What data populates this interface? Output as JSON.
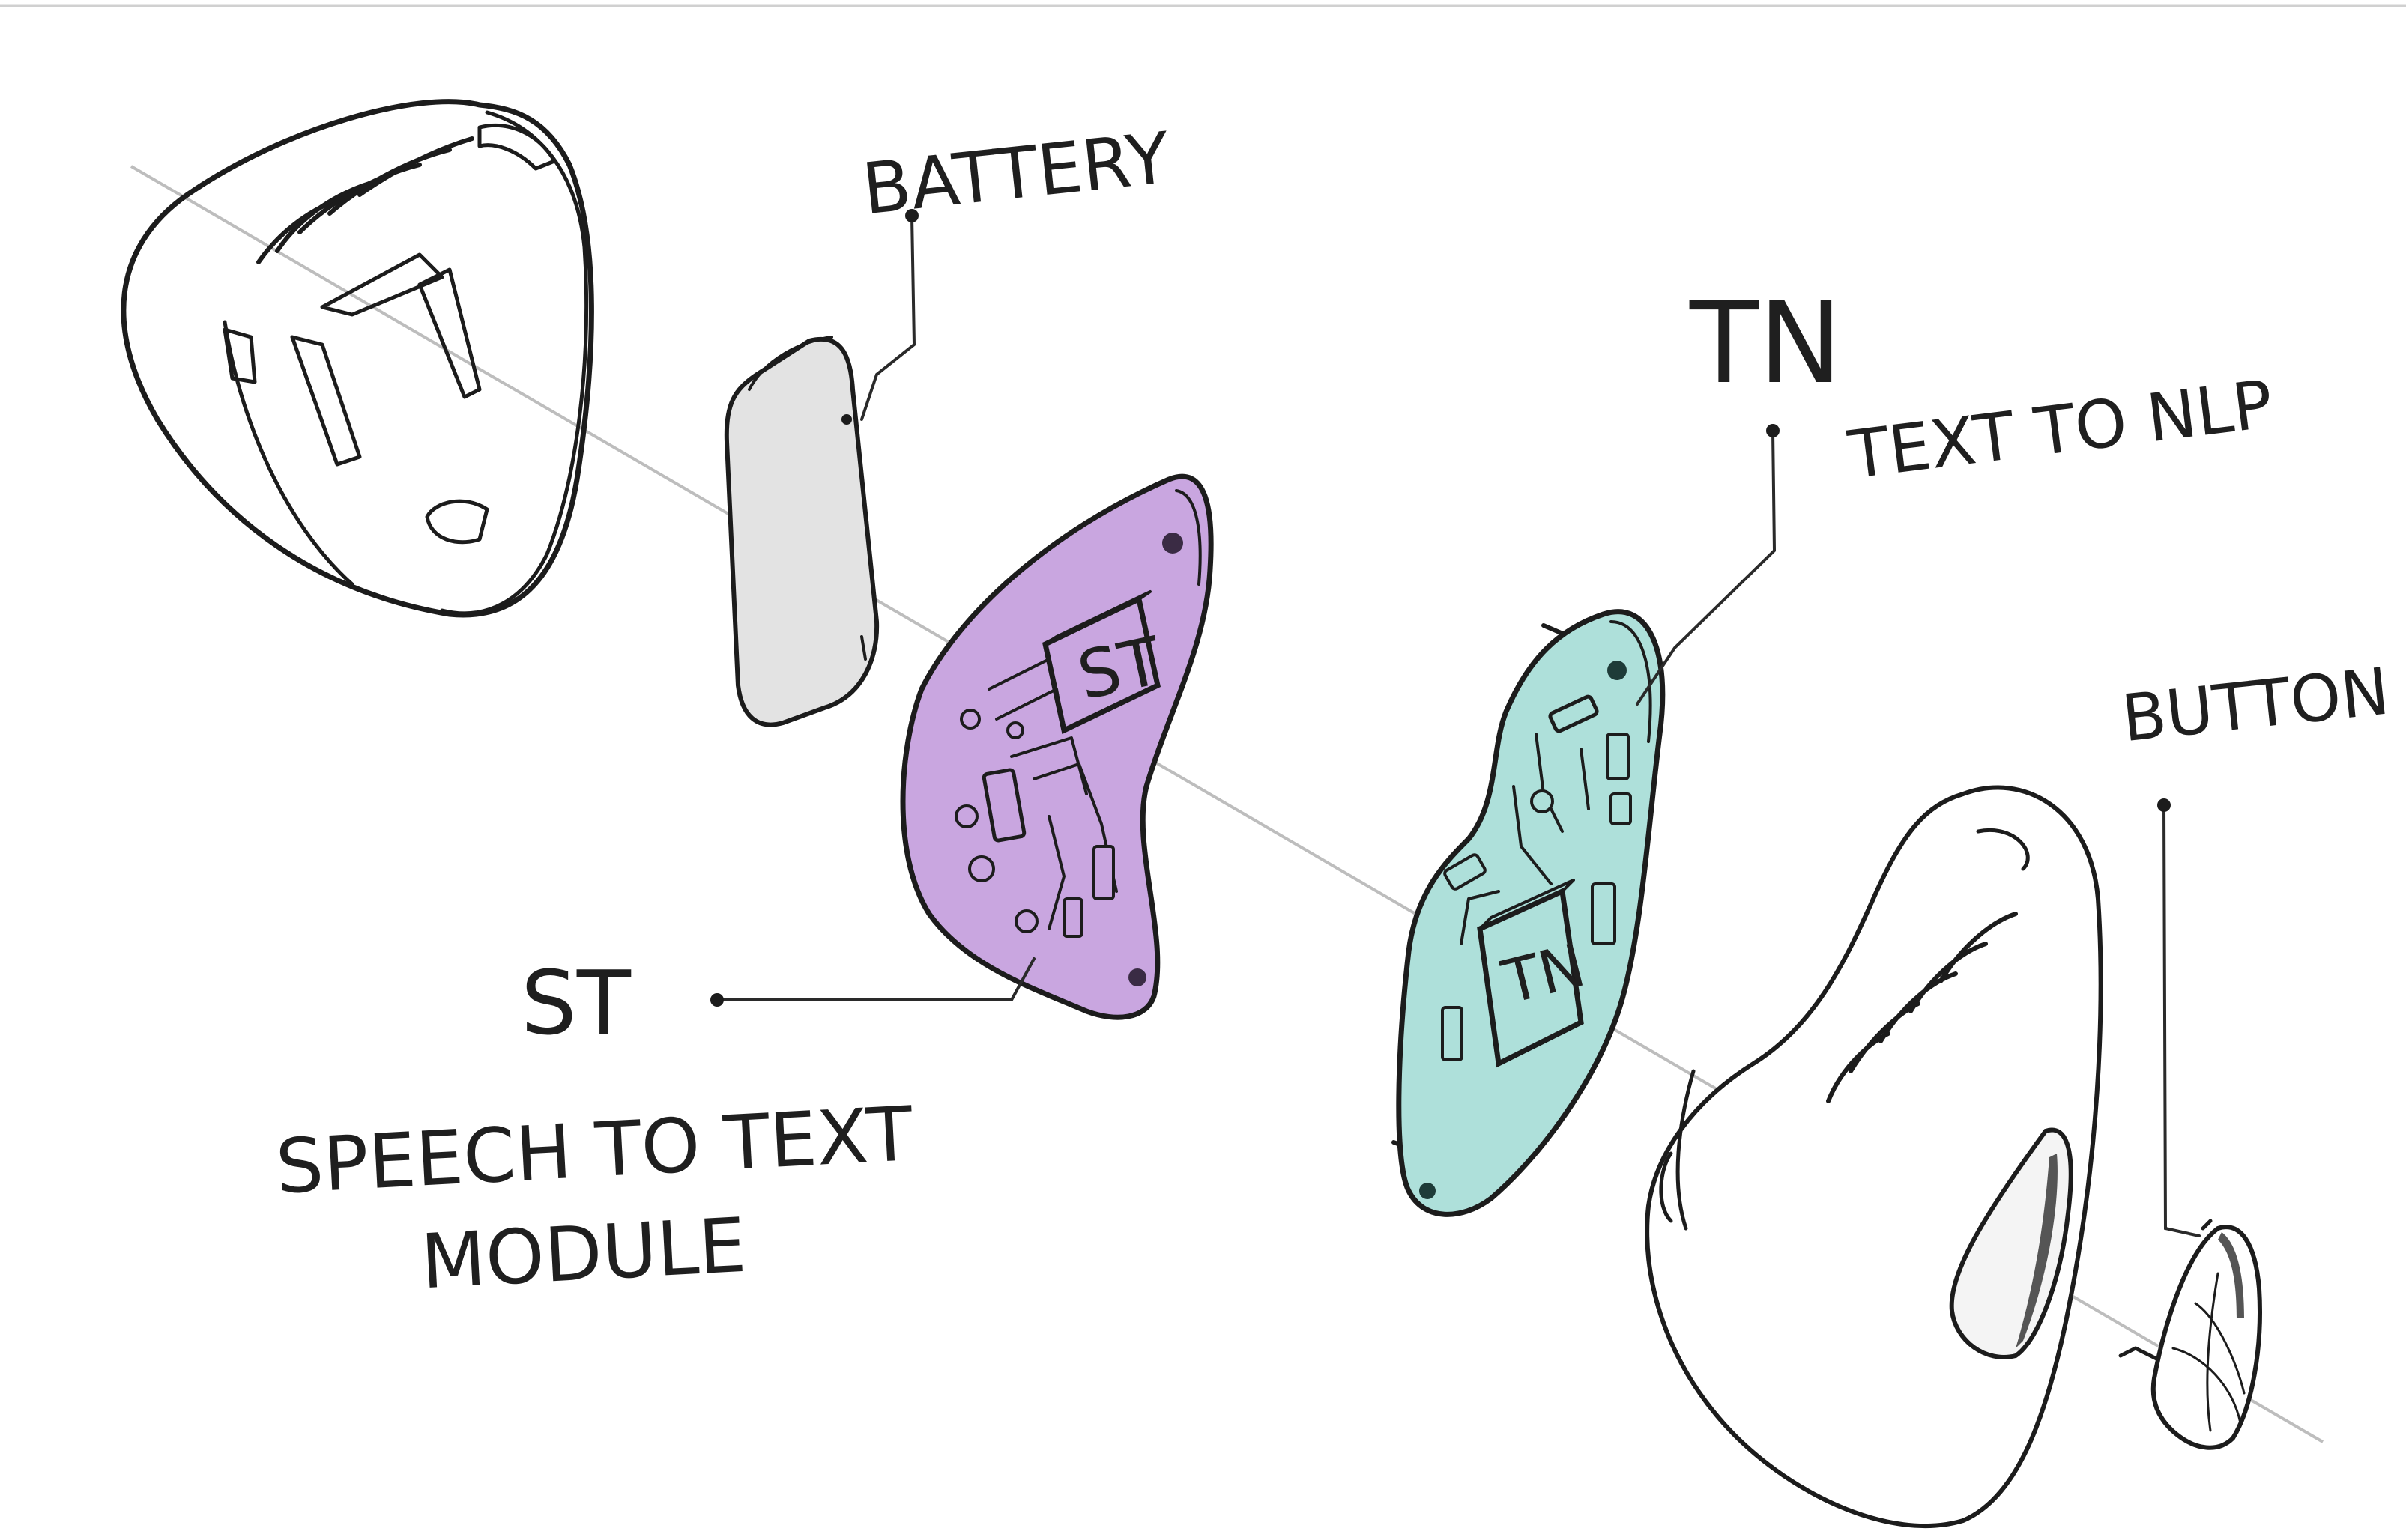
{
  "labels": {
    "battery": "BATTERY",
    "tn_code": "TN",
    "tn_desc": "TEXT TO NLP",
    "button": "BUTTON",
    "st_code": "ST",
    "st_desc_line1": "SPEECH TO TEXT",
    "st_desc_line2": "MODULE",
    "chip_st": "ST",
    "chip_tn": "TN"
  },
  "colors": {
    "st_board": "#c9a6e0",
    "tn_board": "#aee0da",
    "battery": "#e3e3e3",
    "ink": "#1c1c1c",
    "axis": "#bdbdbd"
  }
}
